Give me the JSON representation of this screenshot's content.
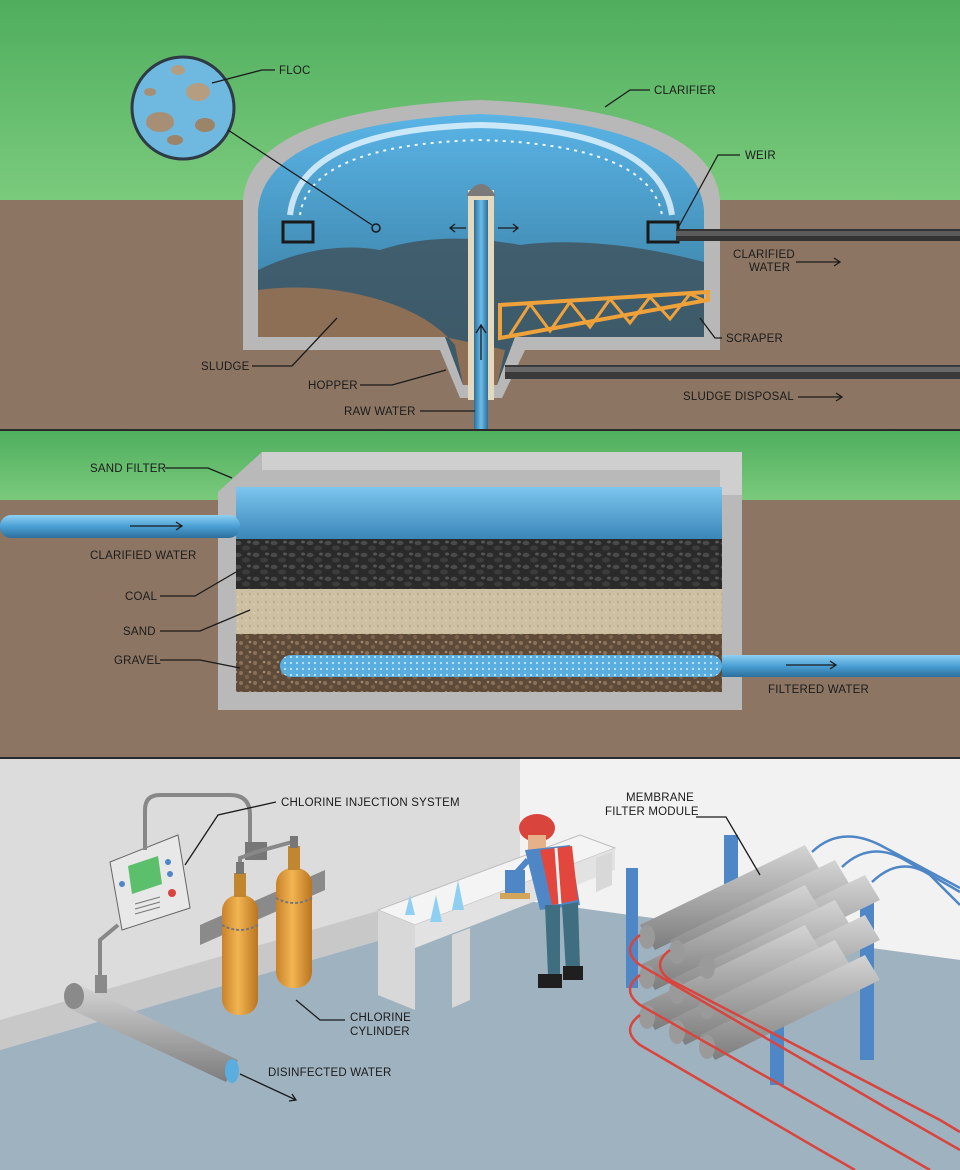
{
  "clarifier_panel": {
    "floc": "FLOC",
    "clarifier": "CLARIFIER",
    "weir": "WEIR",
    "clarified_water_line1": "CLARIFIED",
    "clarified_water_line2": "WATER",
    "scraper": "SCRAPER",
    "sludge": "SLUDGE",
    "hopper": "HOPPER",
    "raw_water": "RAW WATER",
    "sludge_disposal": "SLUDGE DISPOSAL"
  },
  "filter_panel": {
    "sand_filter": "SAND FILTER",
    "clarified_water": "CLARIFIED WATER",
    "coal": "COAL",
    "sand": "SAND",
    "gravel": "GRAVEL",
    "filtered_water": "FILTERED WATER"
  },
  "plant_panel": {
    "chlorine_injection_system": "CHLORINE INJECTION SYSTEM",
    "membrane_line1": "MEMBRANE",
    "membrane_line2": "FILTER MODULE",
    "chlorine_cylinder_line1": "CHLORINE",
    "chlorine_cylinder_line2": "CYLINDER",
    "disinfected_water": "DISINFECTED WATER"
  },
  "colors": {
    "grass": "#5bb56a",
    "soil": "#8c7663",
    "concrete": "#b5b5b5",
    "water": "#4d9fd3",
    "pipe_blue": "#5aaedf",
    "coal": "#2b2b2b",
    "sand": "#cbbd9f",
    "gravel": "#6b5541",
    "scraper": "#f0a23a",
    "cylinder": "#e2a23b",
    "rack": "#4f86c6",
    "hose_red": "#d9443c"
  }
}
